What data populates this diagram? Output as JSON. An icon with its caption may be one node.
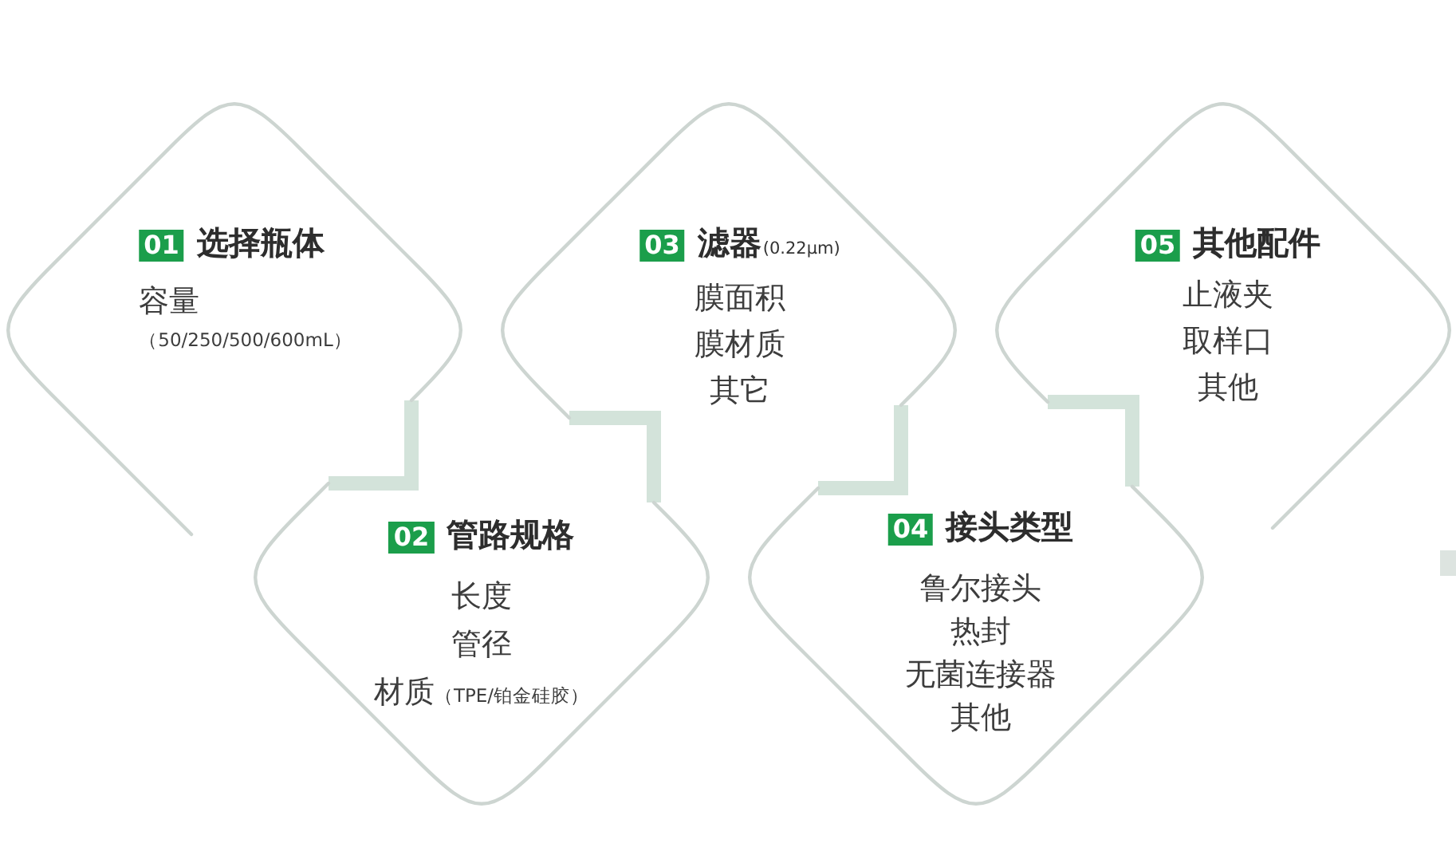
{
  "diagram": {
    "nodes": [
      {
        "text": [
          "01",
          "选择瓶体",
          "容量",
          "（50/250/500/600mL）"
        ]
      },
      {
        "text": [
          "02",
          "管路规格",
          "长度",
          "管径",
          "材质",
          "（TPE/铂金硅胶）"
        ]
      },
      {
        "text": [
          "03",
          "滤器",
          "(0.22μm)",
          "膜面积",
          "膜材质",
          "其它"
        ]
      },
      {
        "text": [
          "04",
          "接头类型",
          "鲁尔接头",
          "热封",
          "无菌连接器",
          "其他"
        ]
      },
      {
        "text": [
          "05",
          "其他配件",
          "止液夹",
          "取样口",
          "其他"
        ]
      }
    ],
    "edges": [
      {
        "from": 0,
        "to": 1,
        "arrow": "none"
      },
      {
        "from": 1,
        "to": 2,
        "arrow": "none"
      },
      {
        "from": 2,
        "to": 3,
        "arrow": "none"
      },
      {
        "from": 3,
        "to": 4,
        "arrow": "none"
      }
    ]
  }
}
